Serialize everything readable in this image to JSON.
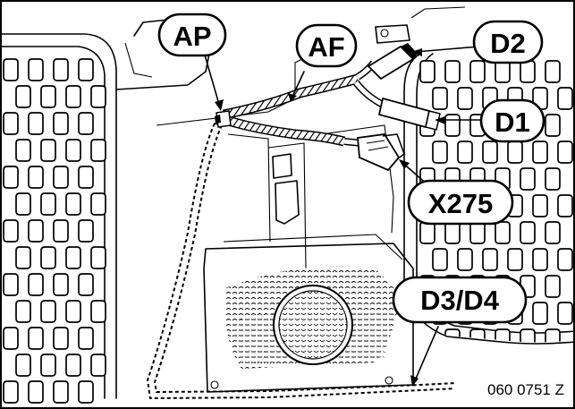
{
  "callouts": {
    "ap": "AP",
    "af": "AF",
    "d2": "D2",
    "d1": "D1",
    "x275": "X275",
    "d3d4": "D3/D4"
  },
  "figure_ref": "060 0751 Z"
}
